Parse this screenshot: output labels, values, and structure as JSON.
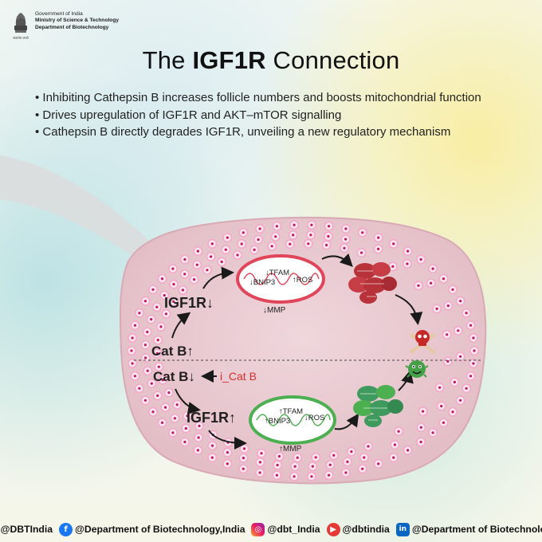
{
  "header": {
    "line1": "Government of India",
    "line2": "Ministry of Science & Technology",
    "line3": "Department of Biotechnology",
    "emblem_caption": "सत्यमेव जयते"
  },
  "title": {
    "normal_1": "The ",
    "bold": "IGF1R",
    "normal_2": " Connection"
  },
  "bullets": [
    "• Inhibiting Cathepsin B increases follicle numbers and boosts mitochondrial function",
    "• Drives upregulation of IGF1R and AKT–mTOR signalling",
    "• Cathepsin B directly degrades IGF1R, unveiling a new regulatory mechanism"
  ],
  "diagram": {
    "top": {
      "igf1r": "IGF1R↓",
      "catb": "Cat B↑",
      "tfam": "↓TFAM",
      "bnip3": "↓BNIP3",
      "ros": "↑ROS",
      "mmp": "↓MMP",
      "mito_color": "#e0455a",
      "damaged_color": "#b8323a"
    },
    "bottom": {
      "catb": "Cat B↓",
      "inhibitor": "i_Cat B",
      "igf1r": "IGF1R↑",
      "tfam": "↑TFAM",
      "bnip3": "↑BNIP3",
      "ros": "↓ROS",
      "mmp": "↑MMP",
      "mito_color": "#4caf50",
      "healthy_color": "#3f9a5e"
    },
    "colors": {
      "follicle_fill": "#eacbd2",
      "cell_fill": "#f3a9c8",
      "inhibitor_color": "#d32f2f"
    },
    "icons": {
      "death": "skull-crossbones-icon",
      "healthy": "smiling-cell-icon"
    }
  },
  "footer": {
    "x": "@DBTIndia",
    "facebook": "@Department of Biotechnology,India",
    "instagram": "@dbt_India",
    "youtube": "@dbtindia",
    "linkedin": "@Department of Biotechnology"
  }
}
